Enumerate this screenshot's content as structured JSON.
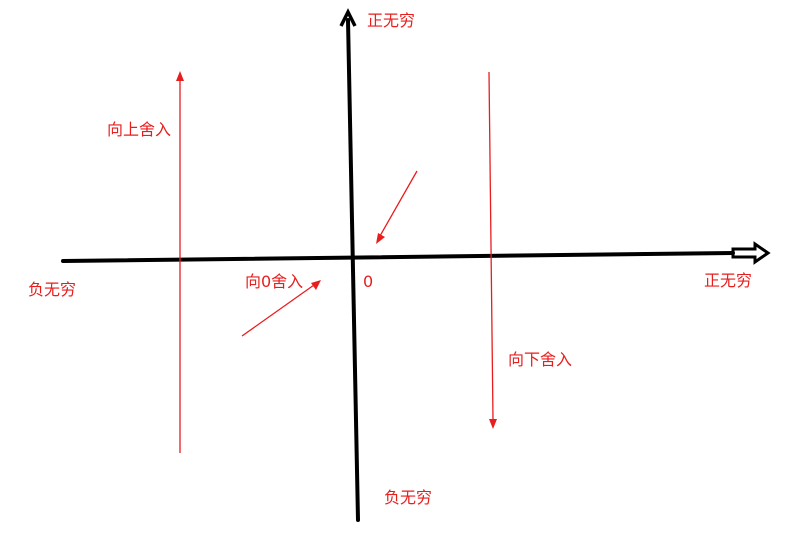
{
  "labels": {
    "y_axis_top": "正无穷",
    "y_axis_bottom": "负无穷",
    "x_axis_right": "正无穷",
    "x_axis_left": "负无穷",
    "origin": "0",
    "round_up": "向上舍入",
    "round_down": "向下舍入",
    "round_toward_zero": "向0舍入"
  },
  "colors": {
    "axis": "#000000",
    "annotation": "#e81e1e",
    "background": "#ffffff"
  }
}
